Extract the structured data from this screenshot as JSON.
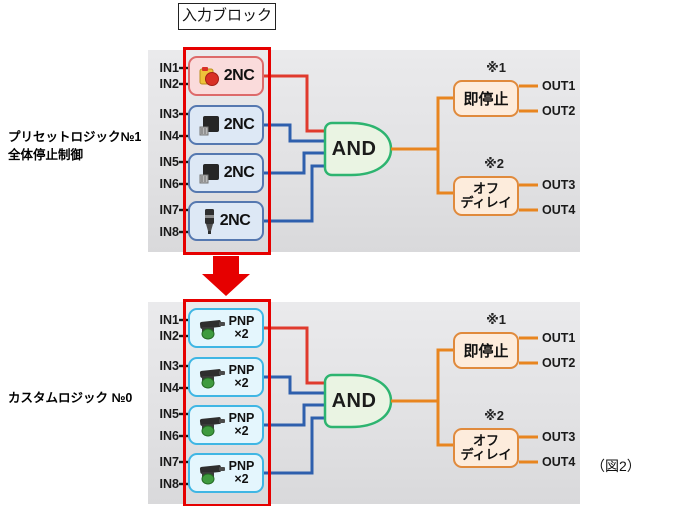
{
  "title_box": "入力ブロック",
  "figure_caption": "（図2）",
  "colors": {
    "highlight_red": "#e60000",
    "wire_red": "#e03a2d",
    "wire_blue": "#2e5fad",
    "wire_orange": "#e8851f",
    "estop_block_fill": "#fadbdb",
    "estop_block_border": "#dd6a6a",
    "nc_block_fill": "#dde8f5",
    "nc_block_border": "#5578b0",
    "pnp_block_fill": "#e4f6fd",
    "pnp_block_border": "#3fb6e4",
    "gate_fill": "#eaf4e3",
    "gate_border": "#2db470",
    "output_block_fill": "#fdecdc",
    "output_block_border": "#e08a3c",
    "panel_bg": "#e4e4e6"
  },
  "diagrams": [
    {
      "side_label_line1": "プリセットロジック№1",
      "side_label_line2": "全体停止制御",
      "inputs": [
        "IN1",
        "IN2",
        "IN3",
        "IN4",
        "IN5",
        "IN6",
        "IN7",
        "IN8"
      ],
      "blocks": [
        {
          "icon": "emergency-stop-icon",
          "label": "2NC"
        },
        {
          "icon": "door-switch-icon",
          "label": "2NC"
        },
        {
          "icon": "door-switch-icon",
          "label": "2NC"
        },
        {
          "icon": "sensor-icon",
          "label": "2NC"
        }
      ],
      "gate_label": "AND",
      "note1": "※1",
      "stop_block_label": "即停止",
      "offdelay_line1": "オフ",
      "offdelay_line2": "ディレイ",
      "note2": "※2",
      "outputs": [
        "OUT1",
        "OUT2",
        "OUT3",
        "OUT4"
      ]
    },
    {
      "side_label_line1": "カスタムロジック №0",
      "inputs": [
        "IN1",
        "IN2",
        "IN3",
        "IN4",
        "IN5",
        "IN6",
        "IN7",
        "IN8"
      ],
      "blocks": [
        {
          "icon": "photo-sensor-icon",
          "label_line1": "PNP",
          "label_line2": "×2"
        },
        {
          "icon": "photo-sensor-icon",
          "label_line1": "PNP",
          "label_line2": "×2"
        },
        {
          "icon": "photo-sensor-icon",
          "label_line1": "PNP",
          "label_line2": "×2"
        },
        {
          "icon": "photo-sensor-icon",
          "label_line1": "PNP",
          "label_line2": "×2"
        }
      ],
      "gate_label": "AND",
      "note1": "※1",
      "stop_block_label": "即停止",
      "offdelay_line1": "オフ",
      "offdelay_line2": "ディレイ",
      "note2": "※2",
      "outputs": [
        "OUT1",
        "OUT2",
        "OUT3",
        "OUT4"
      ]
    }
  ]
}
